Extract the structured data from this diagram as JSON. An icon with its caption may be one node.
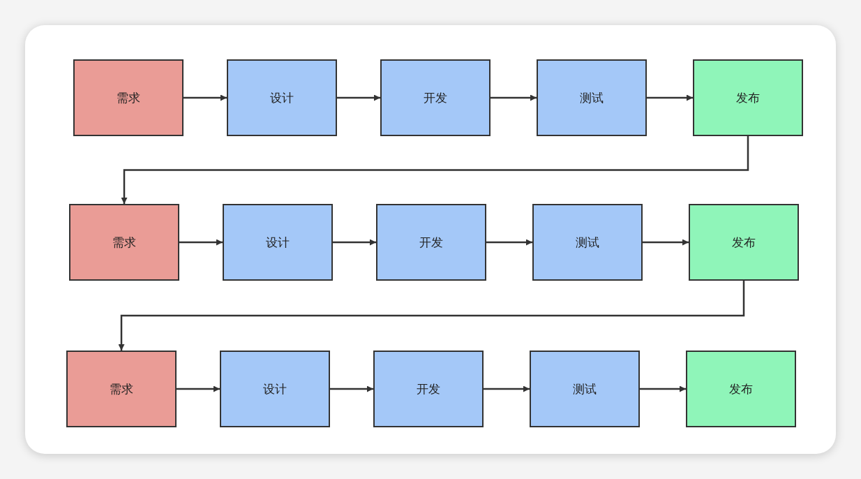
{
  "diagram": {
    "nodes": [
      {
        "text": [
          "需求"
        ]
      },
      {
        "text": [
          "设计"
        ]
      },
      {
        "text": [
          "开发"
        ]
      },
      {
        "text": [
          "测试"
        ]
      },
      {
        "text": [
          "发布"
        ]
      },
      {
        "text": [
          "需求"
        ]
      },
      {
        "text": [
          "设计"
        ]
      },
      {
        "text": [
          "开发"
        ]
      },
      {
        "text": [
          "测试"
        ]
      },
      {
        "text": [
          "发布"
        ]
      },
      {
        "text": [
          "需求"
        ]
      },
      {
        "text": [
          "设计"
        ]
      },
      {
        "text": [
          "开发"
        ]
      },
      {
        "text": [
          "测试"
        ]
      },
      {
        "text": [
          "发布"
        ]
      }
    ],
    "edges": [
      {
        "from": 0,
        "to": 1,
        "arrow": "to"
      },
      {
        "from": 1,
        "to": 2,
        "arrow": "to"
      },
      {
        "from": 2,
        "to": 3,
        "arrow": "to"
      },
      {
        "from": 3,
        "to": 4,
        "arrow": "to"
      },
      {
        "from": 4,
        "to": 5,
        "arrow": "to"
      },
      {
        "from": 5,
        "to": 6,
        "arrow": "to"
      },
      {
        "from": 6,
        "to": 7,
        "arrow": "to"
      },
      {
        "from": 7,
        "to": 8,
        "arrow": "to"
      },
      {
        "from": 8,
        "to": 9,
        "arrow": "to"
      },
      {
        "from": 9,
        "to": 10,
        "arrow": "to"
      },
      {
        "from": 10,
        "to": 11,
        "arrow": "to"
      },
      {
        "from": 11,
        "to": 12,
        "arrow": "to"
      },
      {
        "from": 12,
        "to": 13,
        "arrow": "to"
      },
      {
        "from": 13,
        "to": 14,
        "arrow": "to"
      }
    ]
  }
}
